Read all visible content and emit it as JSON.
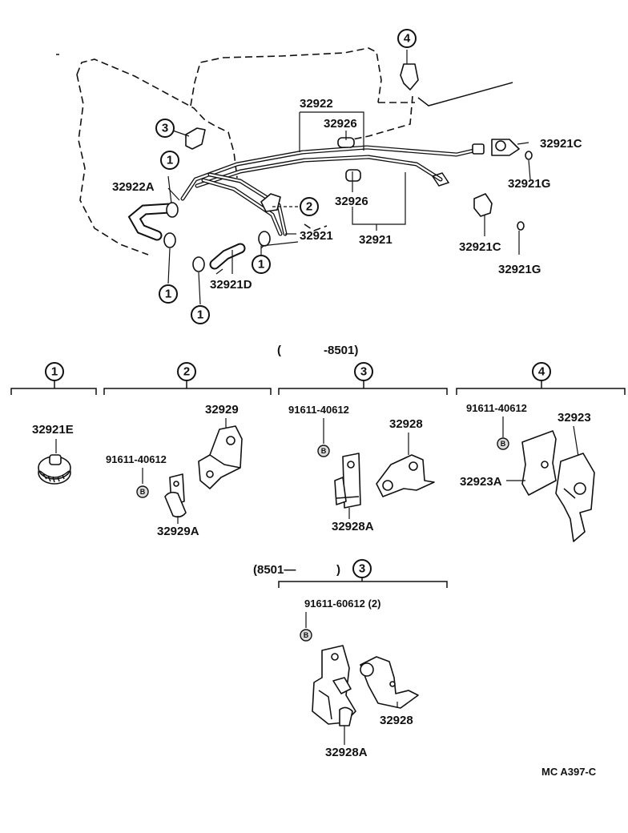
{
  "callouts": {
    "c1": "1",
    "c2": "2",
    "c3": "3",
    "c4": "4",
    "bolt_symbol": "B"
  },
  "main_view": {
    "labels": {
      "p32922": "32922",
      "p32926_top": "32926",
      "p32921C_top": "32921C",
      "p32921G_top": "32921G",
      "p32922A": "32922A",
      "p32926_mid": "32926",
      "p32921_left": "32921",
      "p32921_right": "32921",
      "p32921C_bottom": "32921C",
      "p32921G_bottom": "32921G",
      "p32921D": "32921D"
    }
  },
  "range_top": {
    "open": "(",
    "value": "-8501)"
  },
  "sections": {
    "s1": {
      "part": "32921E"
    },
    "s2": {
      "part_upper": "32929",
      "bolt": "91611-40612",
      "part_lower": "32929A"
    },
    "s3": {
      "bolt": "91611-40612",
      "part_upper": "32928",
      "part_lower": "32928A"
    },
    "s4": {
      "bolt": "91611-40612",
      "part_upper": "32923",
      "part_lower": "32923A"
    }
  },
  "range_bottom": {
    "value": "(8501—",
    "close": ")"
  },
  "section_bottom": {
    "bolt": "91611-60612 (2)",
    "part_upper": "32928",
    "part_lower": "32928A"
  },
  "footer": {
    "code": "MC  A397-C"
  }
}
